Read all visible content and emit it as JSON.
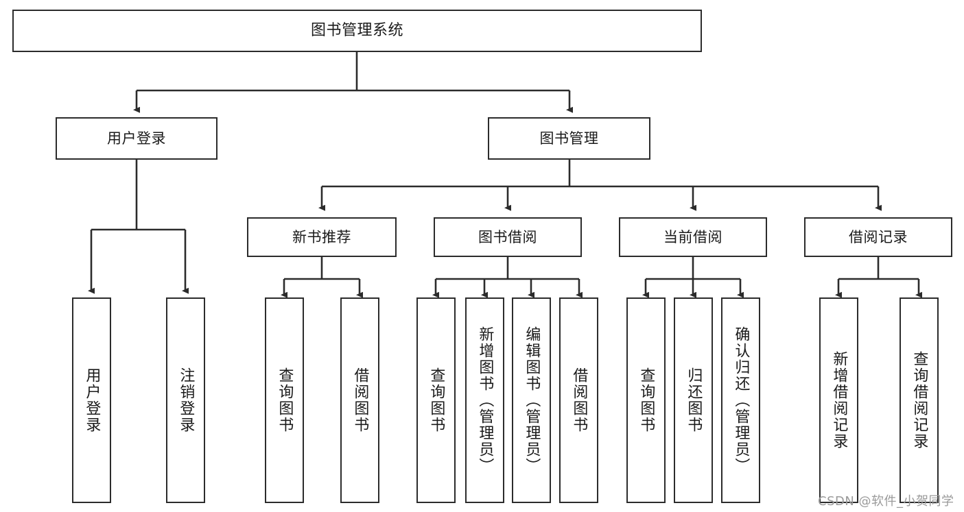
{
  "diagram": {
    "title": "图书管理系统",
    "type": "tree-hierarchy",
    "watermark": "CSDN @软件_小贺同学",
    "colors": {
      "stroke": "#2b2b2b",
      "fill": "#ffffff",
      "text": "#1a1a1a",
      "watermark": "#9a9a9a"
    },
    "nodes": {
      "root": {
        "label": "图书管理系统"
      },
      "level2": [
        {
          "label": "用户登录"
        },
        {
          "label": "图书管理"
        }
      ],
      "level3": [
        {
          "label": "新书推荐"
        },
        {
          "label": "图书借阅"
        },
        {
          "label": "当前借阅"
        },
        {
          "label": "借阅记录"
        }
      ],
      "leaves_user_login": [
        {
          "label": "用户登录"
        },
        {
          "label": "注销登录"
        }
      ],
      "leaves_new_book": [
        {
          "label": "查询图书"
        },
        {
          "label": "借阅图书"
        }
      ],
      "leaves_borrow": [
        {
          "label": "查询图书"
        },
        {
          "label": "新增图书（管理员）"
        },
        {
          "label": "编辑图书（管理员）"
        },
        {
          "label": "借阅图书"
        }
      ],
      "leaves_current": [
        {
          "label": "查询图书"
        },
        {
          "label": "归还图书"
        },
        {
          "label": "确认归还（管理员）"
        }
      ],
      "leaves_records": [
        {
          "label": "新增借阅记录"
        },
        {
          "label": "查询借阅记录"
        }
      ]
    }
  }
}
